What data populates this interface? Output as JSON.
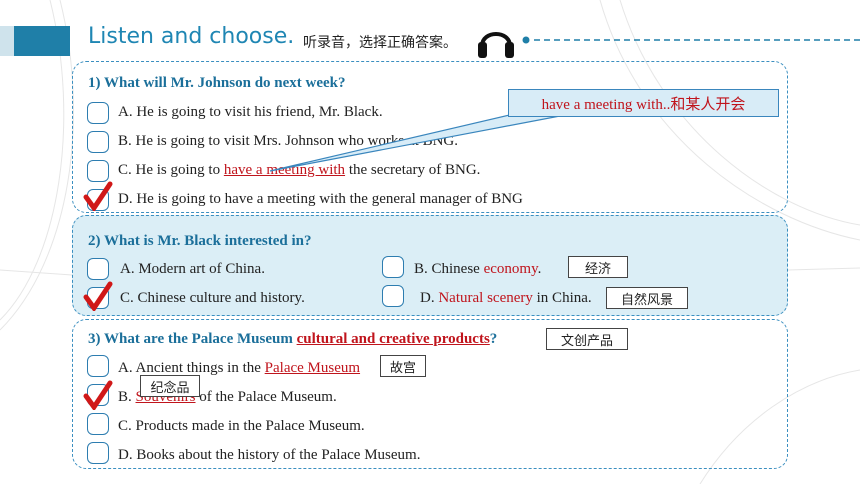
{
  "header": {
    "title": "Listen and choose.",
    "subtitle": "听录音，选择正确答案。"
  },
  "colors": {
    "accent": "#1f86b3",
    "answer_red": "#c0141c",
    "panel_bg": "#dbeef6"
  },
  "q1": {
    "question": "1) What will Mr. Johnson do next week?",
    "a": "A. He is going to visit his friend, Mr. Black.",
    "b": "B. He is going to visit Mrs. Johnson who works at BNG.",
    "c_pre": "C. He is going to ",
    "c_hl": "have a meeting with",
    "c_post": " the secretary of BNG.",
    "d": "D. He is going to have a meeting with the general manager of BNG",
    "callout": "have a meeting with..和某人开会"
  },
  "q2": {
    "question": "2) What is Mr. Black interested in?",
    "a": "A. Modern art of China.",
    "b_pre": "B. Chinese ",
    "b_hl": "economy",
    "b_post": ".",
    "c": "C. Chinese culture and history.",
    "d_pre": "D. ",
    "d_hl": "Natural scenery",
    "d_post": " in China.",
    "tag_economy": "经济",
    "tag_scenery": "自然风景"
  },
  "q3": {
    "question_pre": "3) What are the Palace Museum ",
    "question_hl": "cultural and creative products",
    "question_post": "?",
    "a_pre": "A. Ancient things in the ",
    "a_hl": "Palace Museum",
    "b_pre": "B. ",
    "b_hl": "Souvenirs",
    "b_post": " of the Palace Museum.",
    "c": "C. Products made in the Palace Museum.",
    "d": "D. Books about the history of the Palace Museum.",
    "tag_products": "文创产品",
    "tag_palace": "故宫",
    "tag_souvenir": "纪念品"
  }
}
